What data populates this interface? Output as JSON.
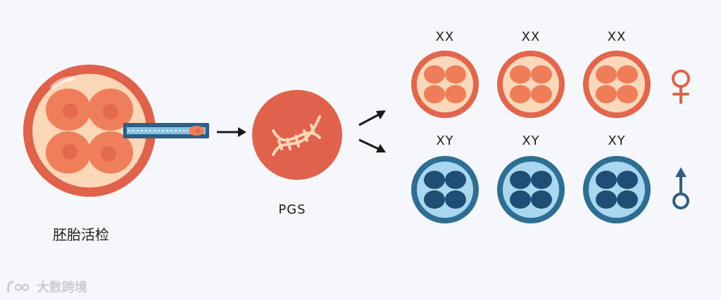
{
  "labels": {
    "biopsy": "胚胎活检",
    "pgs": "PGS"
  },
  "genotypes": {
    "female": [
      "XX",
      "XX",
      "XX"
    ],
    "male": [
      "XY",
      "XY",
      "XY"
    ]
  },
  "symbols": {
    "female": "♀",
    "male": "♂"
  },
  "watermark": "大数跨境",
  "colors": {
    "background": "#f6f7fa",
    "embryo_rim": "#e0624a",
    "embryo_fill": "#fbd6b7",
    "cell_orange": "#ef7f5b",
    "blue_rim": "#2e6f93",
    "blue_fill": "#a7d5ee",
    "blue_cell": "#1d4f76",
    "pipette": "#2d5f87"
  }
}
